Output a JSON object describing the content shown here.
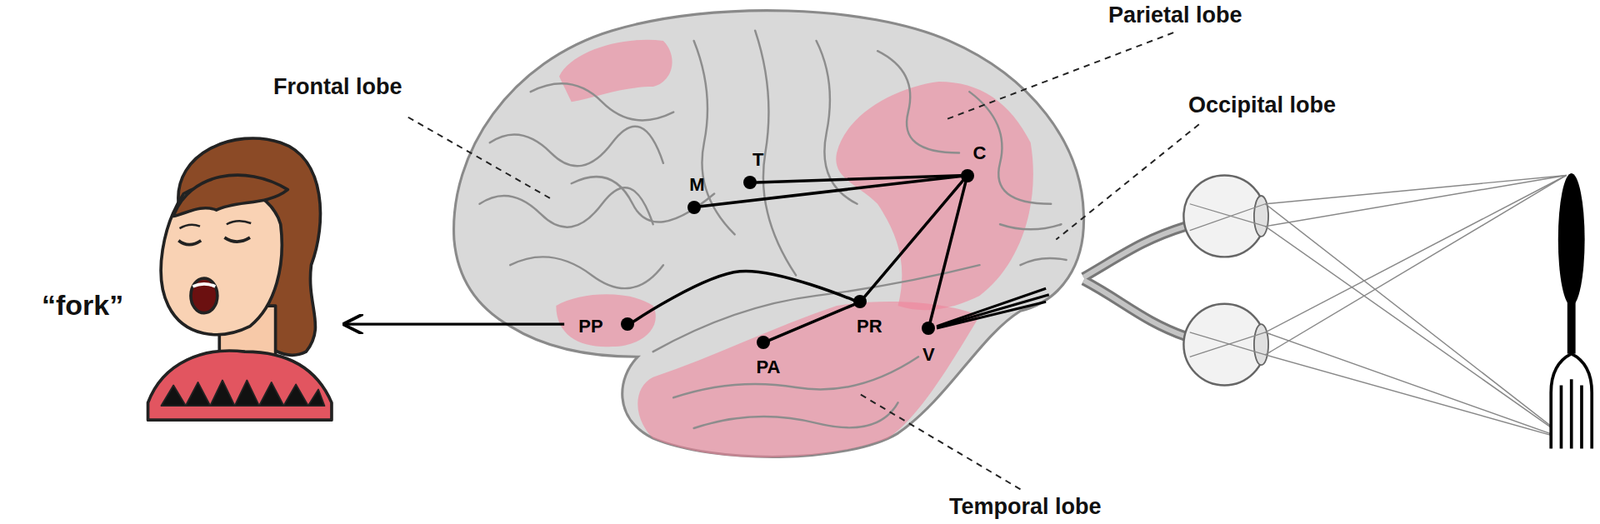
{
  "diagram": {
    "nodes": [
      {
        "text": [
          "M"
        ]
      },
      {
        "text": [
          "T"
        ]
      },
      {
        "text": [
          "C"
        ]
      },
      {
        "text": [
          "PP"
        ]
      },
      {
        "text": [
          "PR"
        ]
      },
      {
        "text": [
          "PA"
        ]
      },
      {
        "text": [
          "V"
        ]
      }
    ],
    "edges": [
      {
        "from": 1,
        "to": 2,
        "arrow": "none"
      },
      {
        "from": 0,
        "to": 2,
        "arrow": "none"
      },
      {
        "from": 2,
        "to": 4,
        "arrow": "none"
      },
      {
        "from": 2,
        "to": 6,
        "arrow": "none"
      },
      {
        "from": 5,
        "to": 4,
        "arrow": "none"
      },
      {
        "from": 3,
        "to": 4,
        "arrow": "none"
      }
    ],
    "labels": [
      "Frontal lobe",
      "Parietal lobe",
      "Occipital lobe",
      "Temporal lobe",
      "“fork”"
    ]
  }
}
